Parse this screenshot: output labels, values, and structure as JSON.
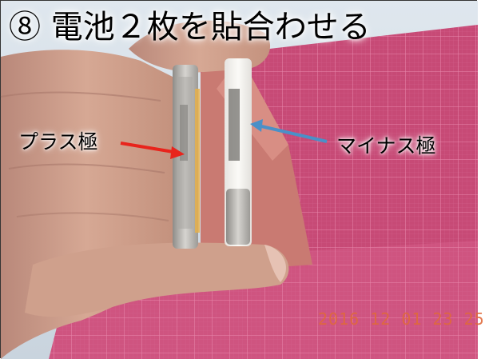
{
  "photo": {
    "subject": "two-cells-stacked-in-hand",
    "colors": {
      "mat": "#c74a76",
      "mat_grid": "#e88aae",
      "skin": "#c89a86",
      "paper": "#c97a72",
      "cell_face": "#f4f2ee",
      "cell_metal": "#b8b6b0",
      "arrow_plus": "#e8241c",
      "arrow_minus": "#4a90c8",
      "date_stamp": "#e06a3a"
    }
  },
  "captions": {
    "title": "⑧ 電池２枚を貼合わせる",
    "plus_label": "プラス極",
    "minus_label": "マイナス極"
  },
  "date_stamp": "2016 12 01 23 25"
}
